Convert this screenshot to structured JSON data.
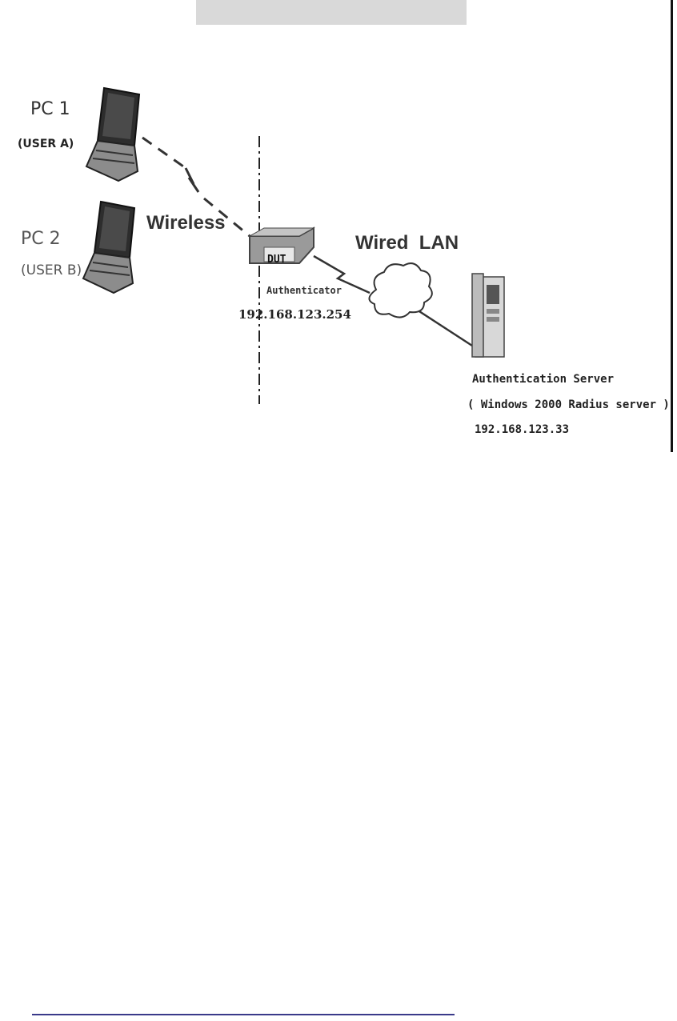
{
  "diagram": {
    "pc1": {
      "label": "PC 1",
      "user": "(USER A)"
    },
    "pc2": {
      "label": "PC 2",
      "user": "(USER B)"
    },
    "wireless_label": "Wireless",
    "wired_lan_label": "Wired  LAN",
    "device_badge": "DUT",
    "authenticator_label": "Authenticator",
    "authenticator_ip": "192.168.123.254",
    "server_label": "Authentication Server",
    "server_detail": "( Windows 2000 Radius server )",
    "server_ip": "192.168.123.33"
  },
  "icons": [
    "laptop-icon",
    "router-icon",
    "cloud-icon",
    "server-tower-icon"
  ]
}
